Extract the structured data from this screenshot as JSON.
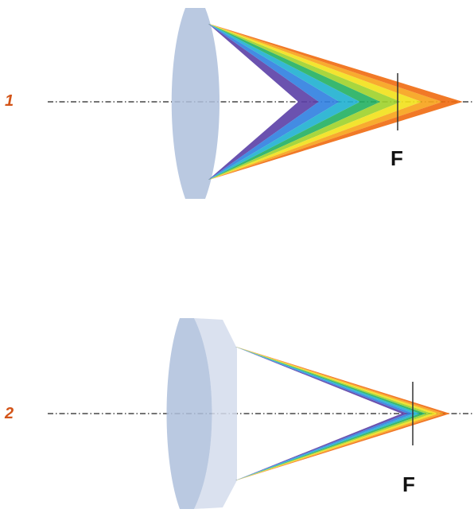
{
  "diagrams": [
    {
      "number": "1",
      "focus_label": "F"
    },
    {
      "number": "2",
      "focus_label": "F"
    }
  ],
  "colors": {
    "lens_fill": "#aebfdc",
    "flint_fill": "#d4dcec",
    "axis": "#222222",
    "number": "#d35418",
    "spectrum": [
      "#5b3fa6",
      "#2f7fe0",
      "#1fb0d0",
      "#22b060",
      "#9fd22a",
      "#f2e11a",
      "#f7a218",
      "#f06a10"
    ]
  }
}
